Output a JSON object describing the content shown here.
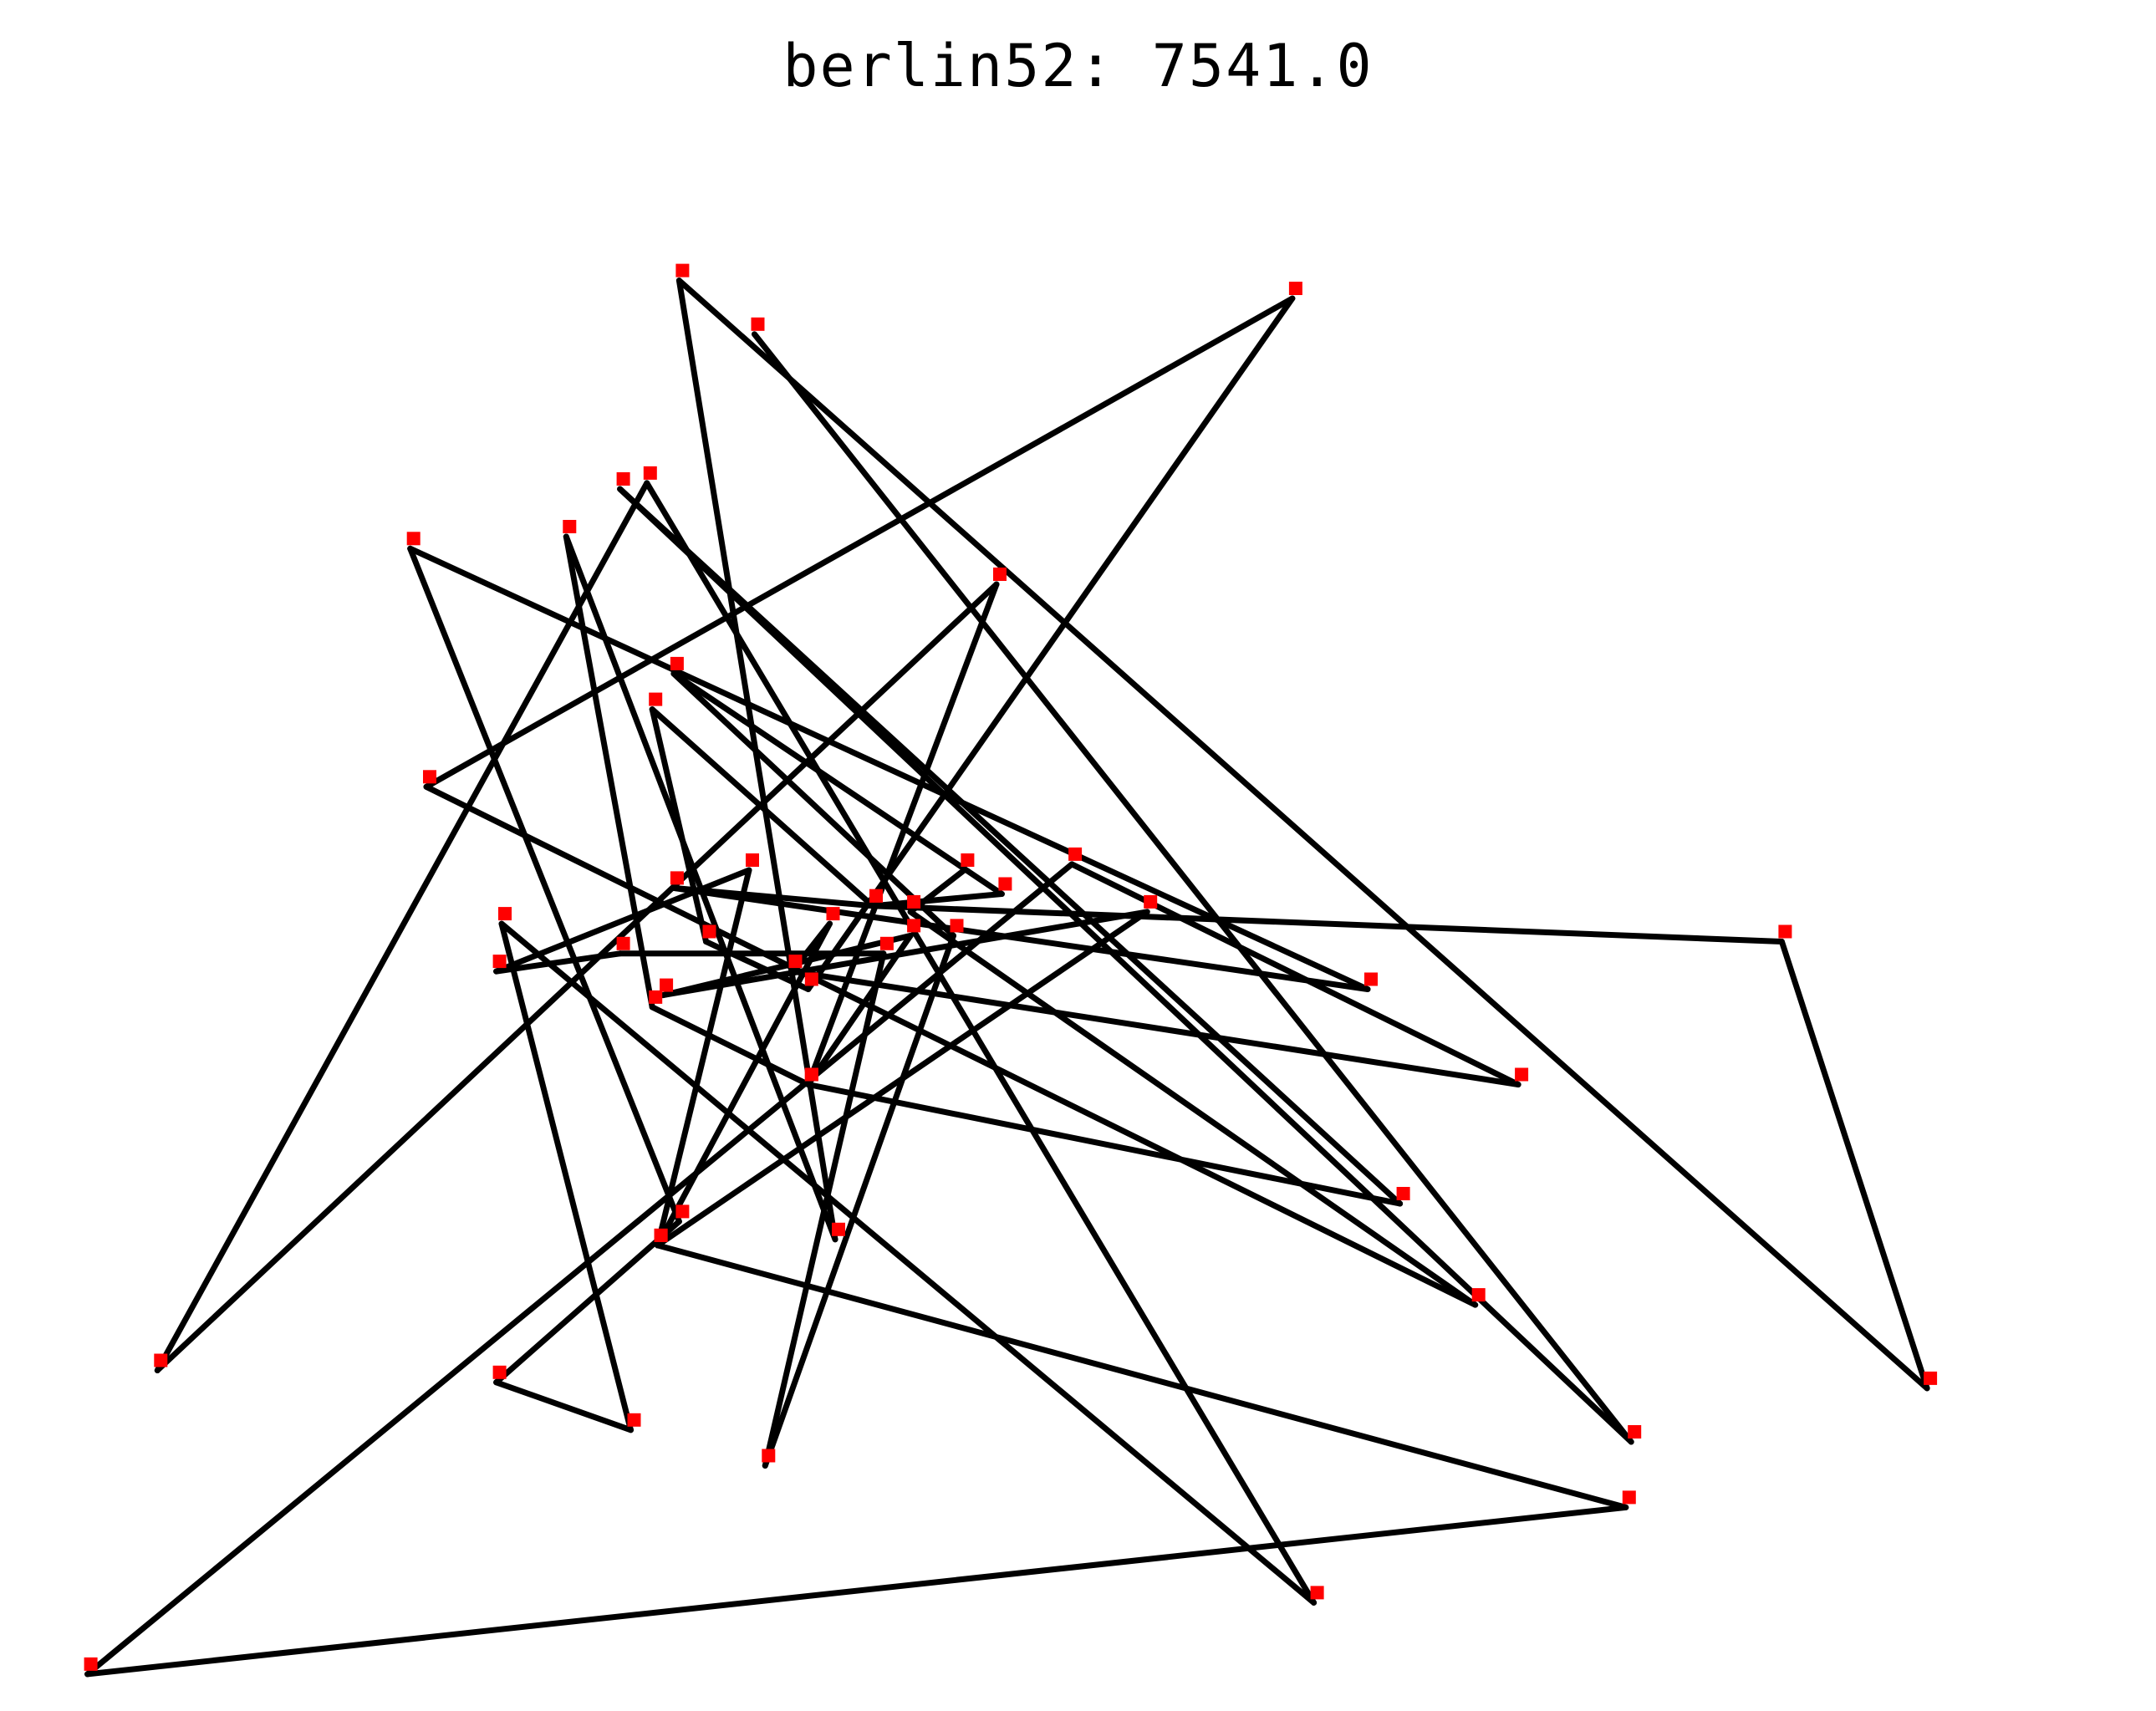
{
  "chart_data": {
    "type": "scatter",
    "title": "berlin52: 7541.0",
    "axes_visible": false,
    "grid": false,
    "legend": "none",
    "xlim": [
      0,
      1750
    ],
    "ylim": [
      0,
      1200
    ],
    "colors": {
      "points": "#ff0000",
      "route": "#000000"
    },
    "series": [
      {
        "values": [
          [
            845,
            680
          ],
          [
            1015,
            645
          ],
          [
            525,
            1000
          ],
          [
            725,
            370
          ],
          [
            1605,
            620
          ],
          [
            580,
            1175
          ],
          [
            565,
            575
          ],
          [
            555,
            815
          ],
          [
            760,
            650
          ],
          [
            575,
            665
          ],
          [
            410,
            250
          ],
          [
            555,
            565
          ],
          [
            1170,
            65
          ],
          [
            415,
            635
          ],
          [
            1740,
            245
          ],
          [
            30,
            5
          ],
          [
            1250,
            400
          ],
          [
            1465,
            200
          ],
          [
            700,
            580
          ],
          [
            685,
            595
          ],
          [
            700,
            500
          ],
          [
            795,
            645
          ],
          [
            720,
            635
          ],
          [
            760,
            650
          ],
          [
            475,
            960
          ],
          [
            95,
            260
          ],
          [
            875,
            920
          ],
          [
            700,
            500
          ],
          [
            945,
            685
          ],
          [
            560,
            365
          ],
          [
            650,
            1130
          ],
          [
            345,
            750
          ],
          [
            330,
            950
          ],
          [
            645,
            680
          ],
          [
            410,
            595
          ],
          [
            525,
            610
          ],
          [
            835,
            625
          ],
          [
            575,
            845
          ],
          [
            770,
            610
          ],
          [
            660,
            180
          ],
          [
            605,
            620
          ],
          [
            795,
            625
          ],
          [
            1220,
            580
          ],
          [
            560,
            365
          ],
          [
            1150,
            1160
          ],
          [
            1460,
            145
          ],
          [
            550,
            1005
          ],
          [
            880,
            660
          ],
          [
            1320,
            315
          ],
          [
            1360,
            500
          ],
          [
            580,
            385
          ],
          [
            535,
            210
          ]
        ]
      }
    ],
    "tour": [
      0,
      21,
      48,
      31,
      44,
      18,
      40,
      7,
      8,
      9,
      42,
      32,
      50,
      10,
      51,
      13,
      12,
      46,
      25,
      26,
      27,
      11,
      24,
      3,
      5,
      14,
      4,
      23,
      47,
      37,
      36,
      39,
      38,
      35,
      34,
      33,
      43,
      45,
      15,
      28,
      49,
      19,
      22,
      29,
      1,
      6,
      41,
      20,
      16,
      2,
      17,
      30
    ]
  }
}
